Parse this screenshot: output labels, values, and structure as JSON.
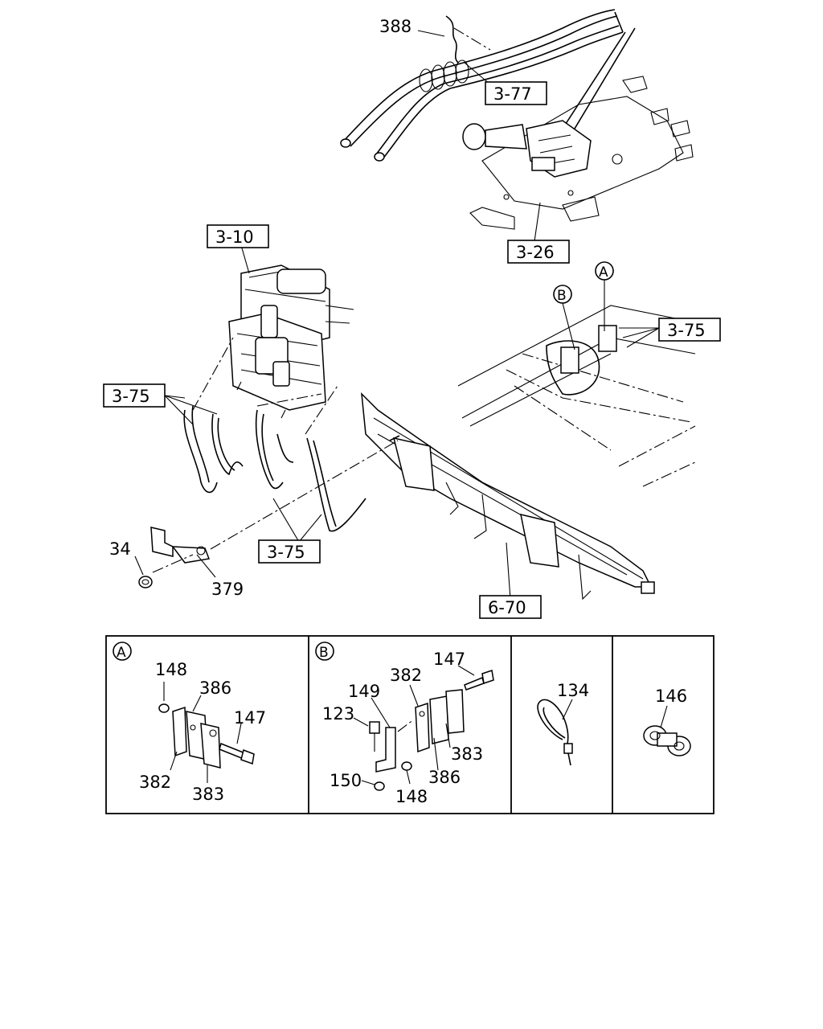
{
  "main_diagram": {
    "callouts": {
      "c388": "388",
      "c3_77": "3-77",
      "c3_26": "3-26",
      "c3_10": "3-10",
      "c3_75_right": "3-75",
      "c3_75_left": "3-75",
      "c3_75_bottom": "3-75",
      "c34": "34",
      "c379": "379",
      "c6_70": "6-70",
      "marker_a": "A",
      "marker_b": "B"
    }
  },
  "detail_panels": {
    "panel_a": {
      "marker": "A",
      "labels": [
        "148",
        "386",
        "147",
        "382",
        "383"
      ]
    },
    "panel_b": {
      "marker": "B",
      "labels": [
        "147",
        "382",
        "149",
        "123",
        "383",
        "386",
        "150",
        "148"
      ]
    },
    "panel_134": {
      "label": "134"
    },
    "panel_146": {
      "label": "146"
    }
  }
}
